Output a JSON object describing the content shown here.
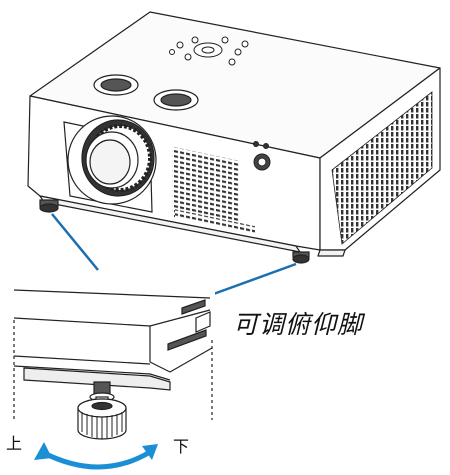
{
  "labels": {
    "title": "可调俯仰脚",
    "up": "上",
    "down": "下"
  },
  "colors": {
    "outline": "#222222",
    "body": "#ffffff",
    "vent": "#333333",
    "callout": "#1a6fb0",
    "arrow": "#1a8fd6"
  },
  "icons": [
    "projector-body",
    "lens",
    "tilt-foot",
    "rotation-arrow"
  ]
}
